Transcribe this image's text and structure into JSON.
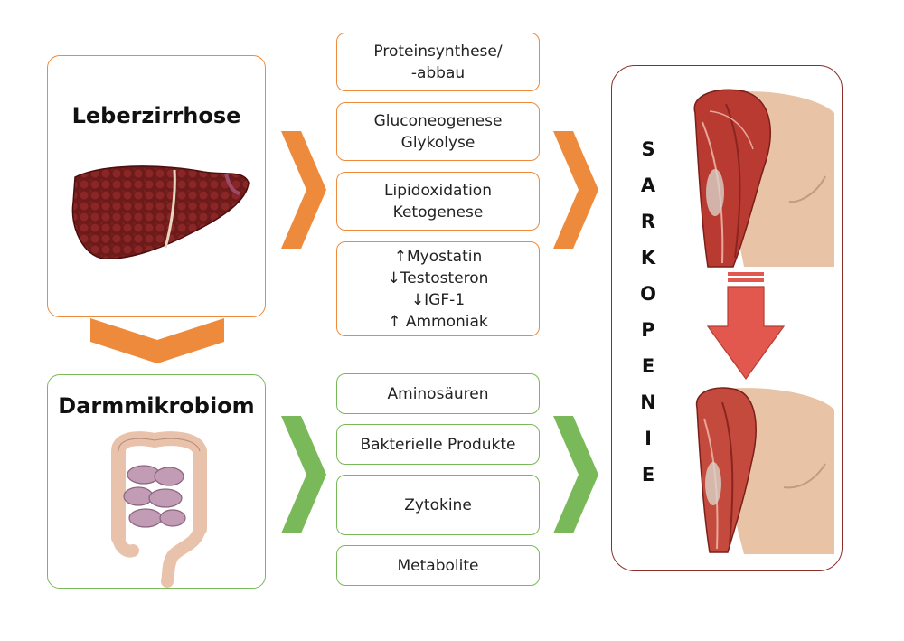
{
  "colors": {
    "orange": "#ee8a3c",
    "green": "#7ab95a",
    "dark_red": "#8a2e2a",
    "red_arrow": "#e2584e"
  },
  "liver": {
    "title": "Leberzirrhose",
    "icon": "liver-illustration"
  },
  "gut": {
    "title": "Darmmikrobiom",
    "icon": "intestine-illustration"
  },
  "liver_factors": [
    {
      "lines": [
        "Proteinsynthese/",
        "-abbau"
      ]
    },
    {
      "lines": [
        "Gluconeogenese",
        "Glykolyse"
      ]
    },
    {
      "lines": [
        "Lipidoxidation",
        "Ketogenese"
      ]
    },
    {
      "lines": [
        "↑Myostatin",
        "↓Testosteron",
        "↓IGF-1",
        "↑ Ammoniak"
      ]
    }
  ],
  "gut_factors": [
    {
      "lines": [
        "Aminosäuren"
      ]
    },
    {
      "lines": [
        "Bakterielle Produkte"
      ]
    },
    {
      "lines": [
        "Zytokine"
      ]
    },
    {
      "lines": [
        "Metabolite"
      ]
    }
  ],
  "outcome": {
    "letters": [
      "S",
      "A",
      "R",
      "K",
      "O",
      "P",
      "E",
      "N",
      "I",
      "E"
    ],
    "top_icon": "muscular-arm-illustration",
    "bottom_icon": "atrophied-arm-illustration"
  }
}
